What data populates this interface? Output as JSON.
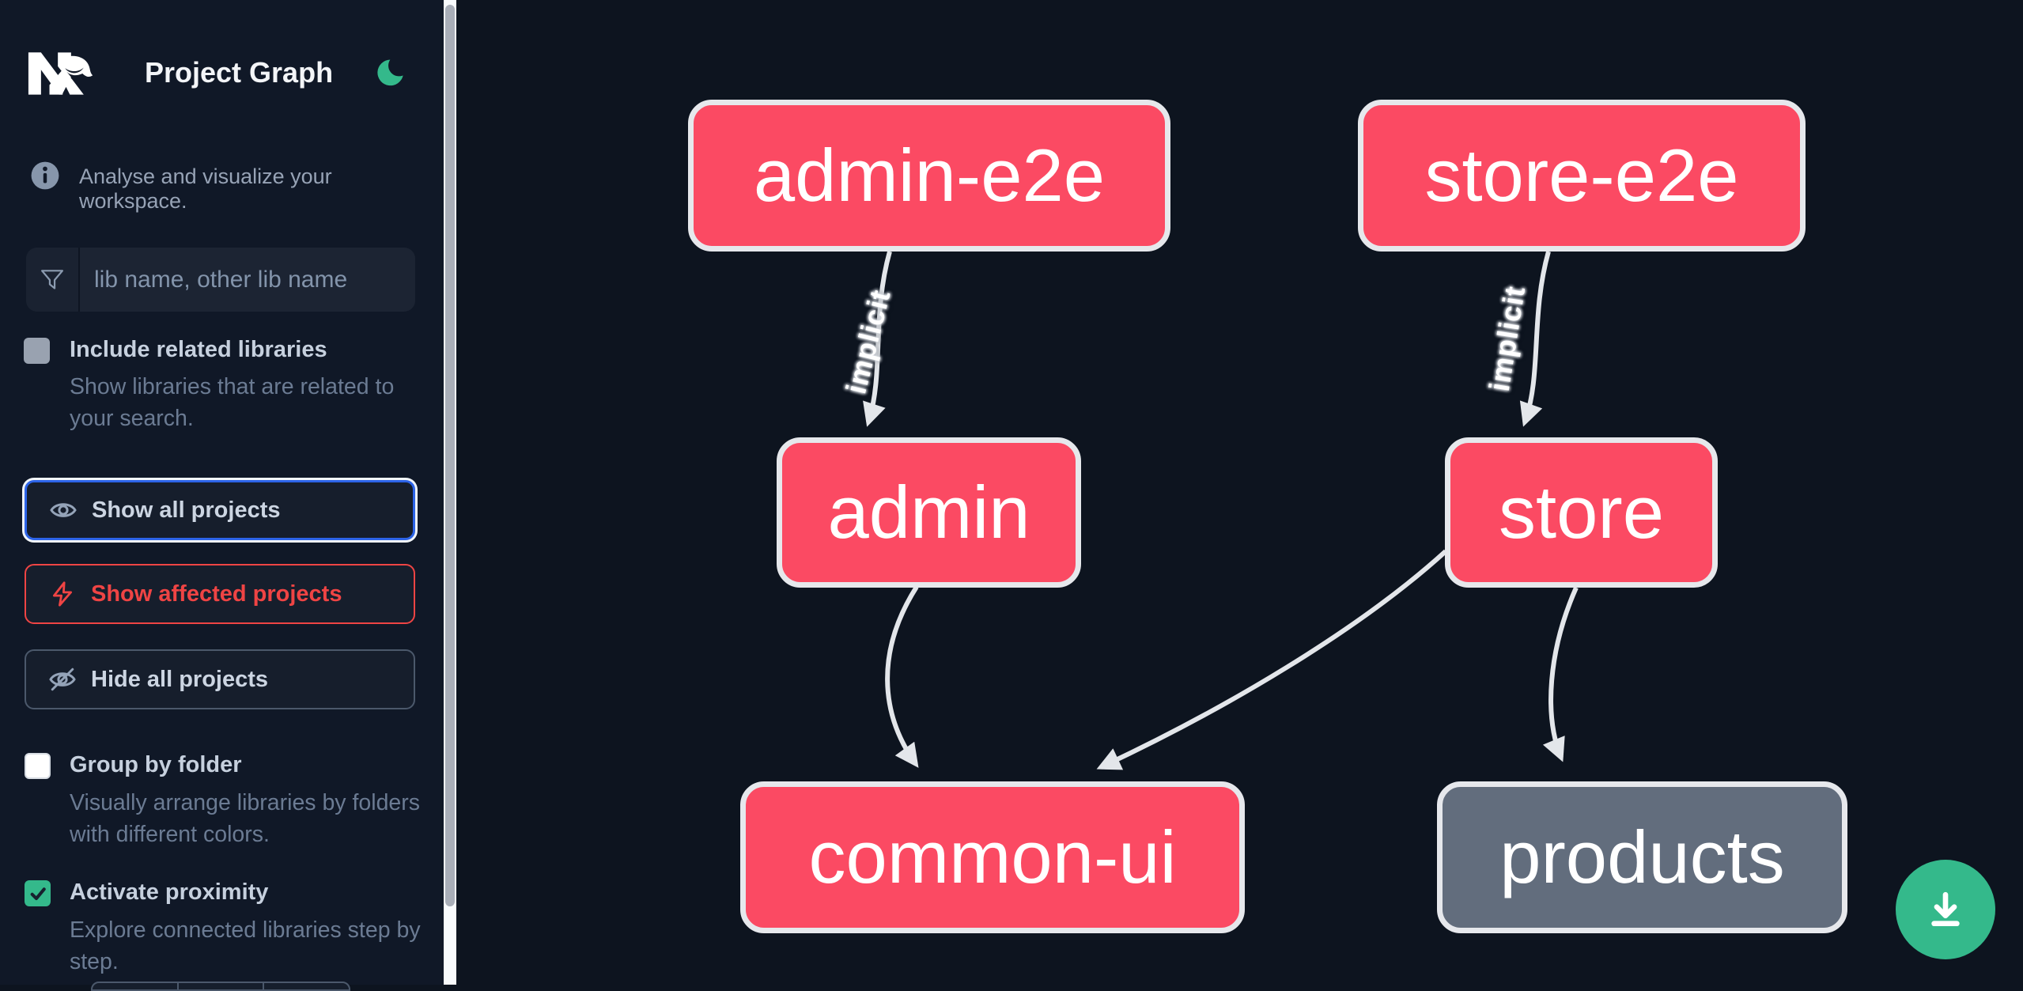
{
  "header": {
    "app": "Nx",
    "title": "Project Graph"
  },
  "sidebar": {
    "tagline": "Analyse and visualize your workspace.",
    "search": {
      "placeholder": "lib name, other lib name",
      "value": ""
    },
    "options": [
      {
        "label": "Include related libraries",
        "description": "Show libraries that are related to your search.",
        "checked": false,
        "enabled": false
      },
      {
        "label": "Group by folder",
        "description": "Visually arrange libraries by folders with different colors.",
        "checked": false,
        "enabled": true
      },
      {
        "label": "Activate proximity",
        "description": "Explore connected libraries step by step.",
        "checked": true,
        "enabled": true
      }
    ],
    "buttons": [
      {
        "label": "Show all projects",
        "icon": "eye-icon",
        "state": "focused"
      },
      {
        "label": "Show affected projects",
        "icon": "bolt-icon",
        "state": "affected"
      },
      {
        "label": "Hide all projects",
        "icon": "eye-off-icon",
        "state": "default"
      }
    ]
  },
  "graph": {
    "nodes": [
      {
        "id": "admin-e2e",
        "label": "admin-e2e",
        "color": "pink"
      },
      {
        "id": "store-e2e",
        "label": "store-e2e",
        "color": "pink"
      },
      {
        "id": "admin",
        "label": "admin",
        "color": "pink"
      },
      {
        "id": "store",
        "label": "store",
        "color": "pink"
      },
      {
        "id": "common-ui",
        "label": "common-ui",
        "color": "pink"
      },
      {
        "id": "products",
        "label": "products",
        "color": "gray"
      }
    ],
    "edges": [
      {
        "from": "admin-e2e",
        "to": "admin",
        "label": "implicit"
      },
      {
        "from": "store-e2e",
        "to": "store",
        "label": "implicit"
      },
      {
        "from": "admin",
        "to": "common-ui",
        "label": ""
      },
      {
        "from": "store",
        "to": "common-ui",
        "label": ""
      },
      {
        "from": "store",
        "to": "products",
        "label": ""
      }
    ]
  },
  "colors": {
    "accent_green": "#34b98b",
    "node_pink": "#fb4a63",
    "node_gray": "#626d7d",
    "affected_red": "#ef4444",
    "focus_blue": "#2d64e8",
    "sidebar_bg": "#101827",
    "canvas_bg": "#0d141f"
  }
}
